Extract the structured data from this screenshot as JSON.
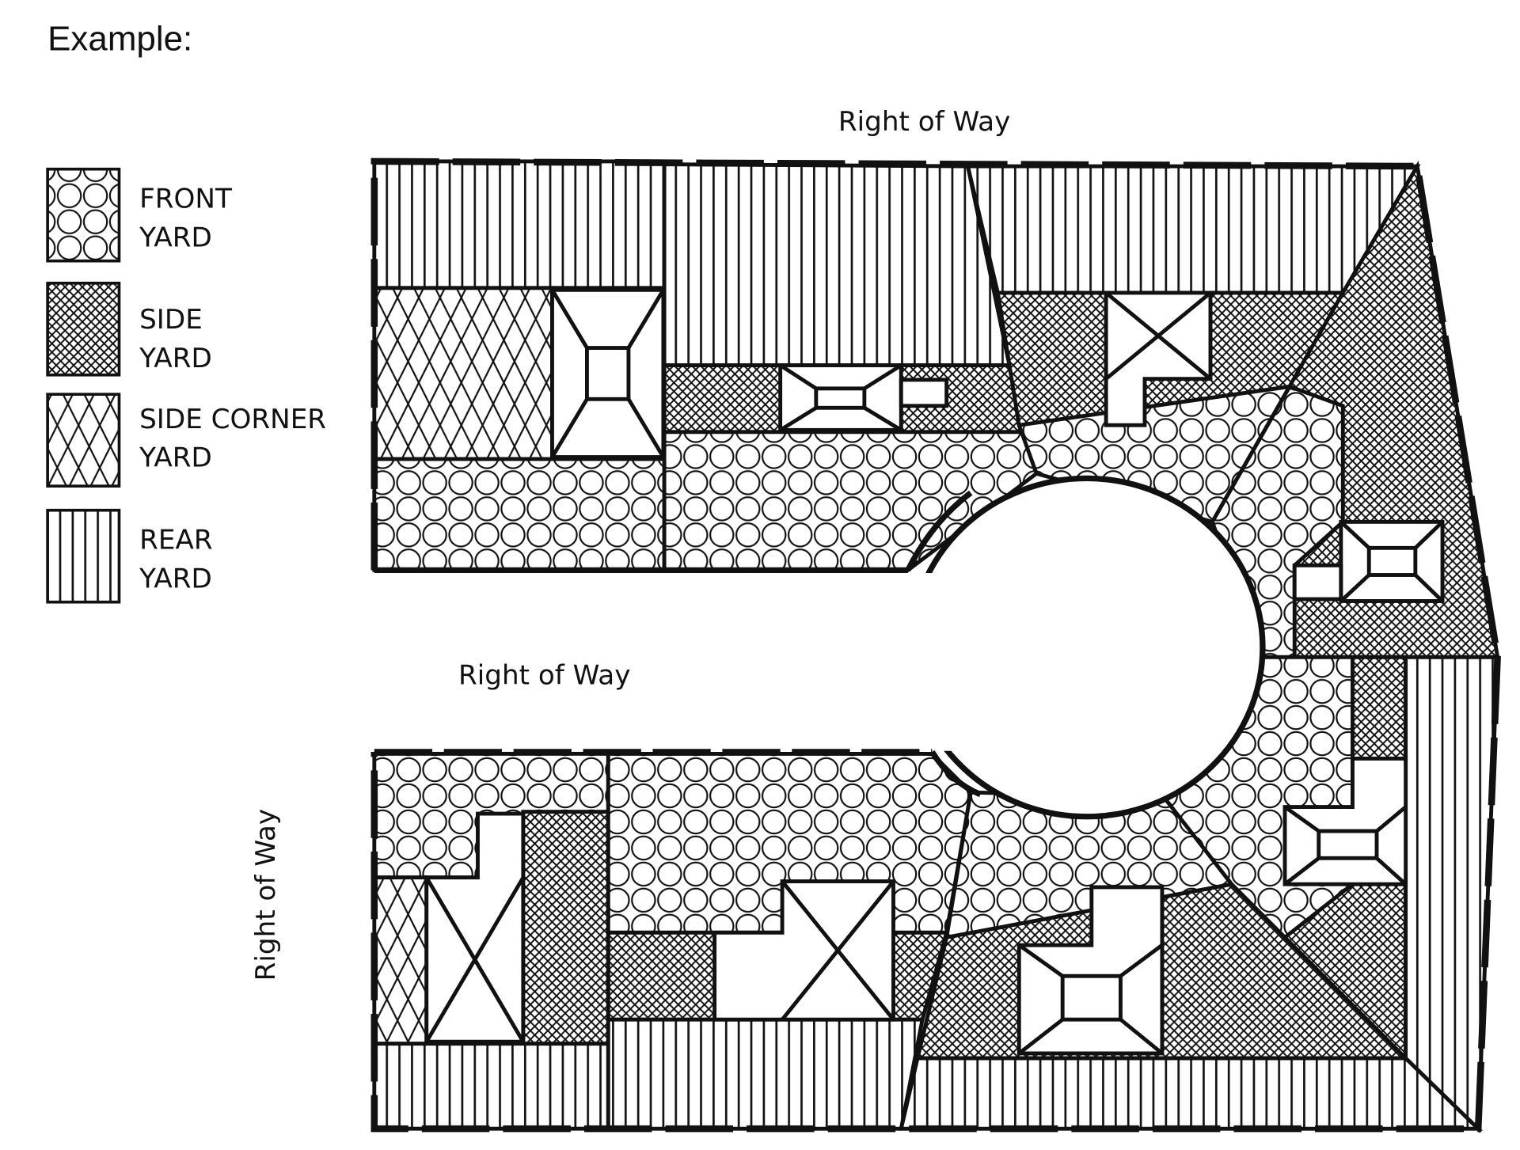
{
  "title": "Example:",
  "legend": [
    {
      "line1": "FRONT",
      "line2": "YARD",
      "pattern": "circles"
    },
    {
      "line1": "SIDE",
      "line2": "YARD",
      "pattern": "crosshatch"
    },
    {
      "line1": "SIDE CORNER",
      "line2": "YARD",
      "pattern": "diamonds"
    },
    {
      "line1": "REAR",
      "line2": "YARD",
      "pattern": "vertical-lines"
    }
  ],
  "labels": {
    "row_top": "Right of Way",
    "row_middle": "Right of Way",
    "row_left": "Right of Way"
  },
  "colors": {
    "ink": "#111111",
    "paper": "#ffffff"
  }
}
